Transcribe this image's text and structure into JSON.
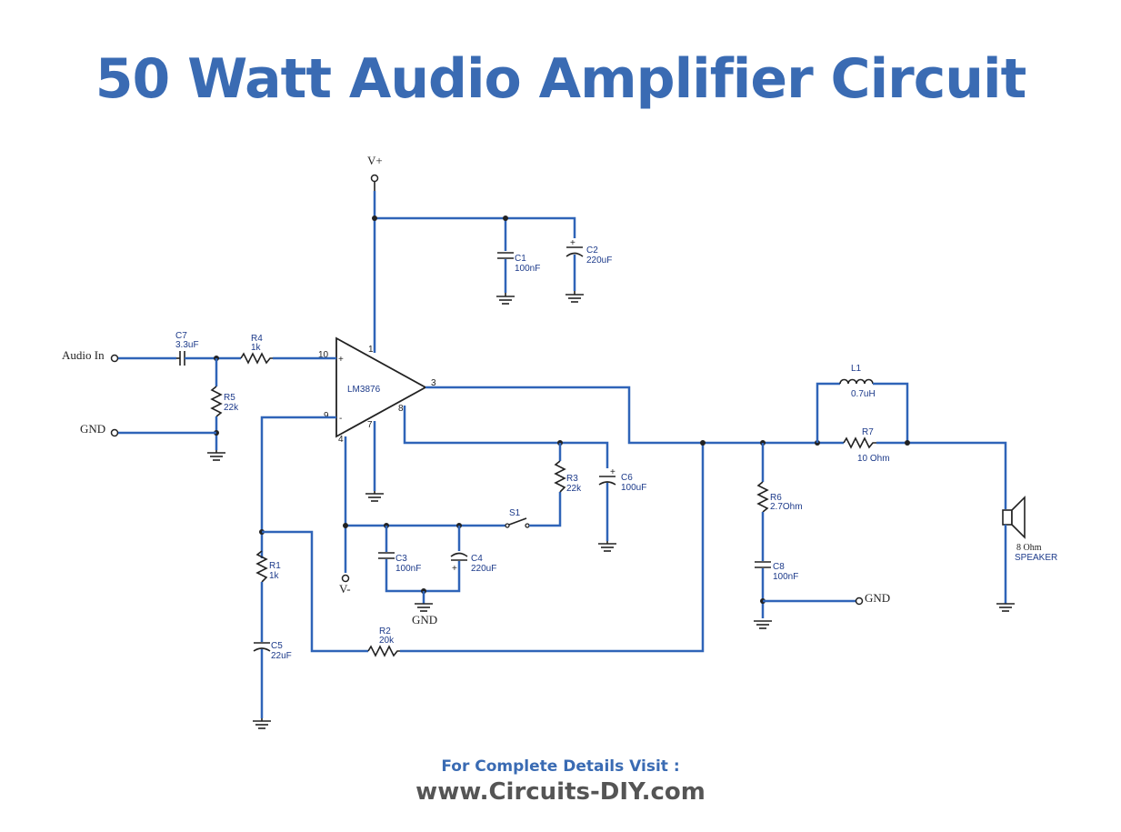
{
  "title": "50 Watt Audio Amplifier Circuit",
  "footer": {
    "line1": "For Complete Details Visit :",
    "line2": "www.Circuits-DIY.com"
  },
  "colors": {
    "title": "#3a6bb3",
    "wire": "#2f64b8",
    "label": "#1c3a8a",
    "footer_url": "#555555"
  },
  "ic": {
    "name": "LM3876",
    "pins": [
      "10",
      "9",
      "3",
      "1",
      "7",
      "4",
      "8",
      "+",
      "-"
    ]
  },
  "nets": {
    "vplus": "V+",
    "vminus": "V-",
    "audio_in": "Audio In",
    "gnd": "GND"
  },
  "components": {
    "C1": {
      "ref": "C1",
      "value": "100nF"
    },
    "C2": {
      "ref": "C2",
      "value": "220uF"
    },
    "C3": {
      "ref": "C3",
      "value": "100nF"
    },
    "C4": {
      "ref": "C4",
      "value": "220uF"
    },
    "C5": {
      "ref": "C5",
      "value": "22uF"
    },
    "C6": {
      "ref": "C6",
      "value": "100uF"
    },
    "C7": {
      "ref": "C7",
      "value": "3.3uF"
    },
    "C8": {
      "ref": "C8",
      "value": "100nF"
    },
    "R1": {
      "ref": "R1",
      "value": "1k"
    },
    "R2": {
      "ref": "R2",
      "value": "20k"
    },
    "R3": {
      "ref": "R3",
      "value": "22k"
    },
    "R4": {
      "ref": "R4",
      "value": "1k"
    },
    "R5": {
      "ref": "R5",
      "value": "22k"
    },
    "R6": {
      "ref": "R6",
      "value": "2.7Ohm"
    },
    "R7": {
      "ref": "R7",
      "value": "10 Ohm"
    },
    "L1": {
      "ref": "L1",
      "value": "0.7uH"
    },
    "S1": {
      "ref": "S1"
    },
    "SPK": {
      "impedance": "8 Ohm",
      "name": "SPEAKER"
    }
  },
  "polarity_mark": "+"
}
